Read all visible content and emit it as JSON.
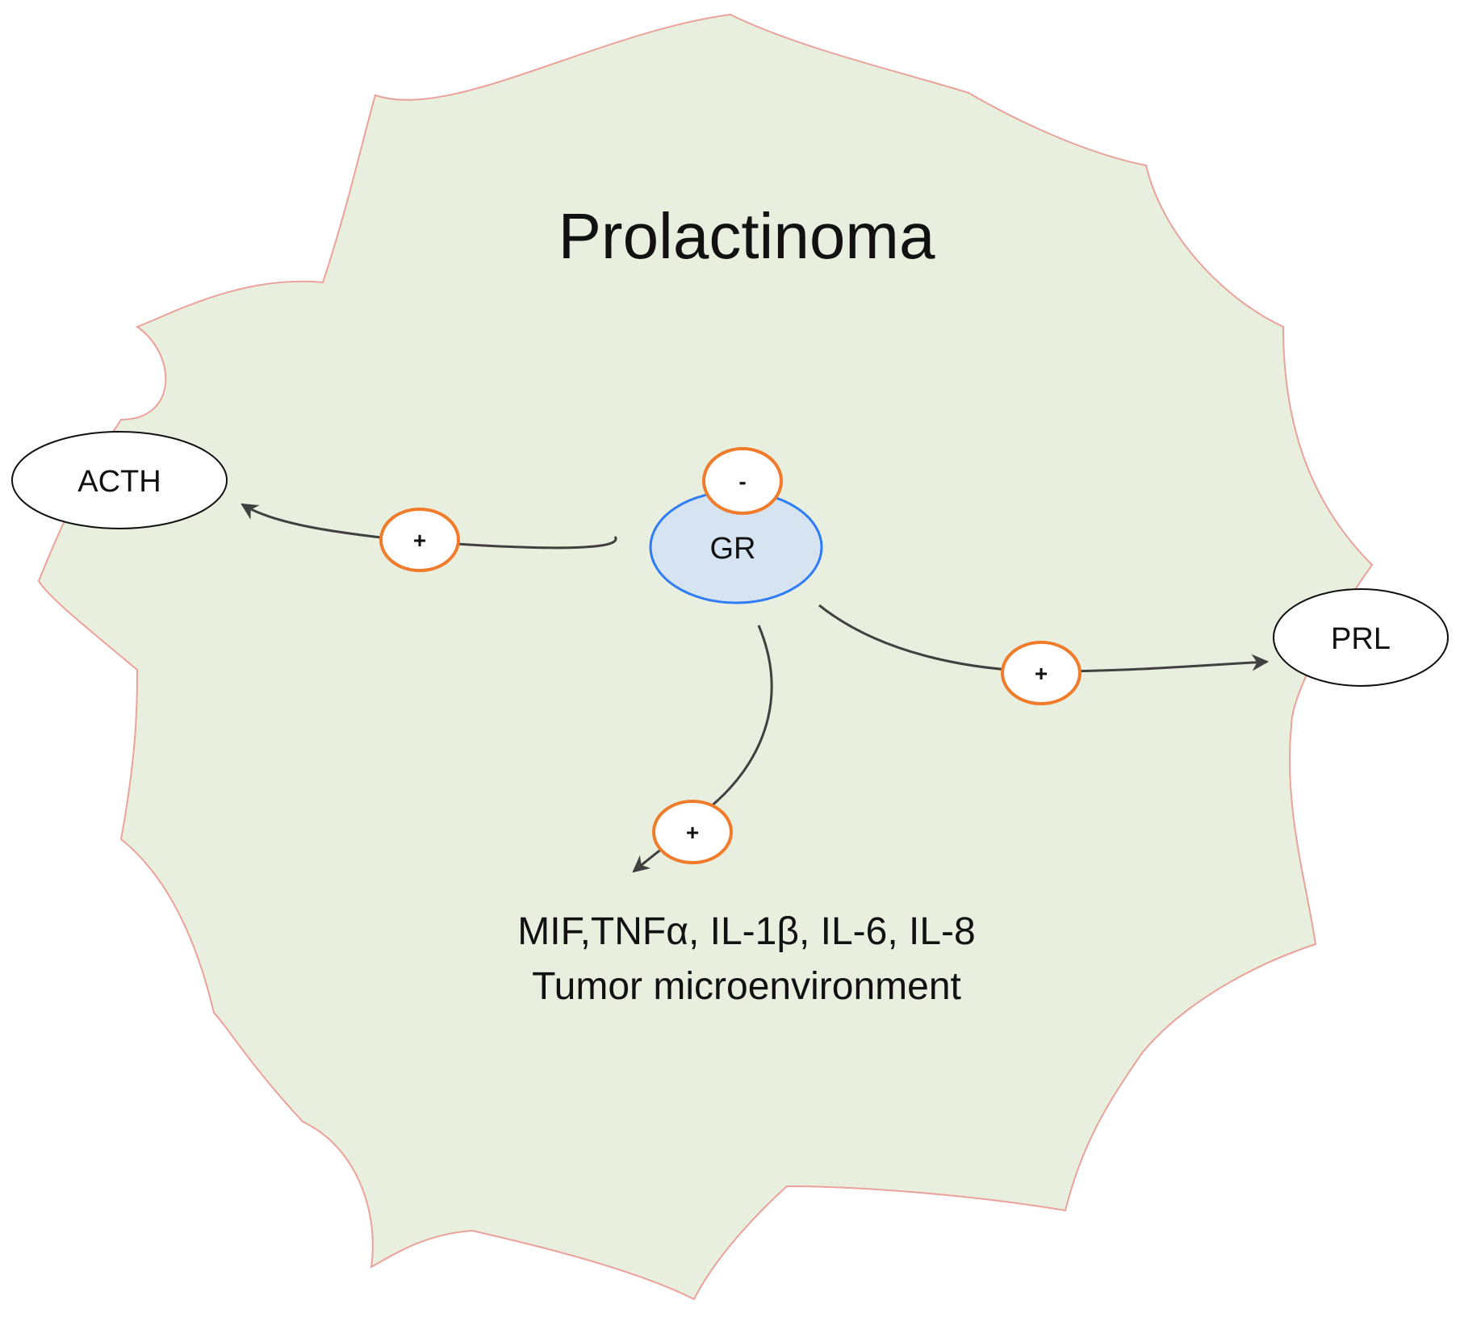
{
  "title": "Prolactinoma",
  "nodes": {
    "acth": "ACTH",
    "gr": "GR",
    "prl": "PRL"
  },
  "signs": {
    "gr_inhibition": "-",
    "acth_activation": "+",
    "prl_activation": "+",
    "cytokine_activation": "+"
  },
  "caption": {
    "line1": "MIF,TNFα, IL-1β, IL-6, IL-8",
    "line2": "Tumor microenvironment"
  },
  "colors": {
    "cell_fill": "#e9efde",
    "cell_outline": "#eaa29a",
    "gr_fill": "#d6e4f2",
    "gr_outline": "#2e7cf6",
    "sign_outline": "#f07b2a",
    "arrow": "#404040"
  }
}
